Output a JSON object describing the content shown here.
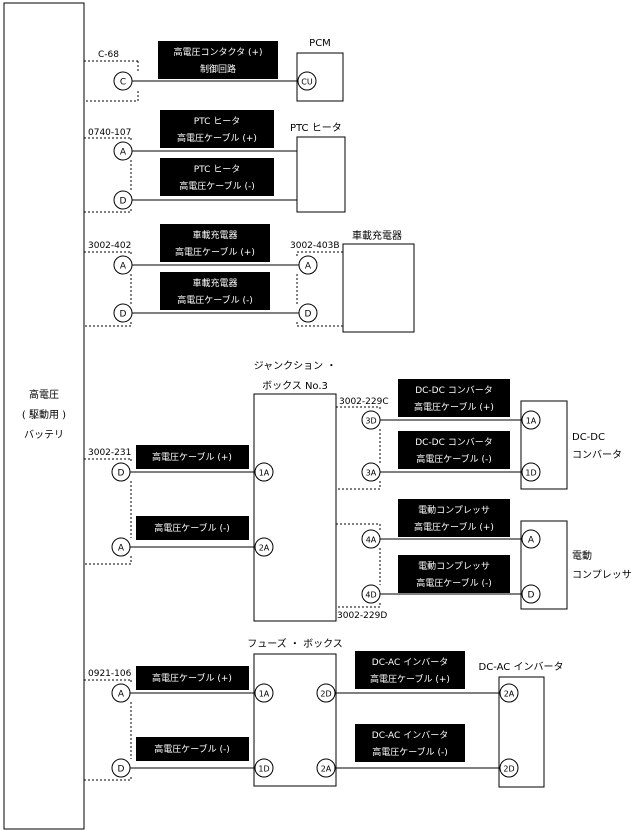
{
  "battery": {
    "line1": "高電圧",
    "line2": "( 駆動用 )",
    "line3": "バッテリ"
  },
  "connectors": {
    "c68": "C-68",
    "c0740": "0740-107",
    "c3002_402": "3002-402",
    "c3002_403b": "3002-403B",
    "c3002_231": "3002-231",
    "c3002_229c": "3002-229C",
    "c3002_229d": "3002-229D",
    "c0921": "0921-106"
  },
  "components": {
    "pcm": "PCM",
    "ptc": "PTC ヒータ",
    "charger": "車載充電器",
    "junction_l1": "ジャンクション ・",
    "junction_l2": "ボックス No.3",
    "dcdc_l1": "DC-DC",
    "dcdc_l2": "コンバータ",
    "comp_l1": "電動",
    "comp_l2": "コンプレッサ",
    "fuse": "フューズ ・ ボックス",
    "dcac": "DC-AC インバータ"
  },
  "labels": {
    "contactor_l1": "高電圧コンタクタ (+)",
    "contactor_l2": "制御回路",
    "ptc_plus_l1": "PTC ヒータ",
    "ptc_plus_l2": "高電圧ケーブル (+)",
    "ptc_minus_l1": "PTC ヒータ",
    "ptc_minus_l2": "高電圧ケーブル (-)",
    "chg_plus_l1": "車載充電器",
    "chg_plus_l2": "高電圧ケーブル (+)",
    "chg_minus_l1": "車載充電器",
    "chg_minus_l2": "高電圧ケーブル (-)",
    "hv_plus": "高電圧ケーブル (+)",
    "hv_minus": "高電圧ケーブル (-)",
    "dcdc_plus_l1": "DC-DC コンバータ",
    "dcdc_plus_l2": "高電圧ケーブル (+)",
    "dcdc_minus_l1": "DC-DC コンバータ",
    "dcdc_minus_l2": "高電圧ケーブル (-)",
    "comp_plus_l1": "電動コンプレッサ",
    "comp_plus_l2": "高電圧ケーブル (+)",
    "comp_minus_l1": "電動コンプレッサ",
    "comp_minus_l2": "高電圧ケーブル (-)",
    "fuse_plus": "高電圧ケーブル (+)",
    "fuse_minus": "高電圧ケーブル (-)",
    "dcac_plus_l1": "DC-AC インバータ",
    "dcac_plus_l2": "高電圧ケーブル (+)",
    "dcac_minus_l1": "DC-AC インバータ",
    "dcac_minus_l2": "高電圧ケーブル (-)"
  },
  "pins": {
    "c": "C",
    "cu": "CU",
    "a": "A",
    "d": "D",
    "p1a": "1A",
    "p1d": "1D",
    "p2a": "2A",
    "p2d": "2D",
    "p3d": "3D",
    "p3a": "3A",
    "p4a": "4A",
    "p4d": "4D"
  }
}
